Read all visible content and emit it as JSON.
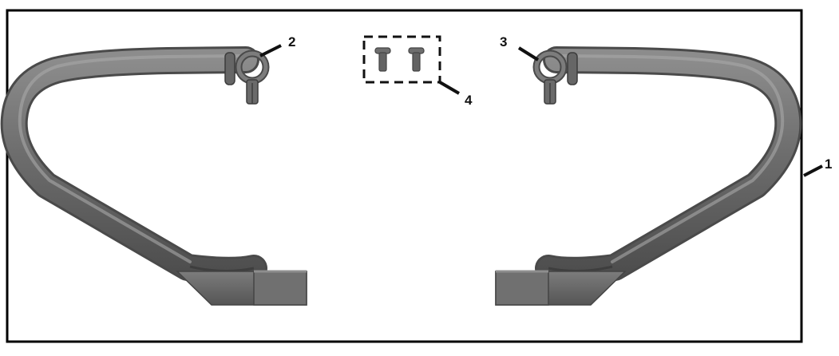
{
  "callouts": {
    "one": "1",
    "two": "2",
    "three": "3",
    "four": "4"
  },
  "colors": {
    "frame": "#000000",
    "tube_dark": "#5b5b5b",
    "tube_mid": "#7a7a7a",
    "tube_light": "#9a9a9a",
    "background": "#ffffff"
  },
  "icons": {
    "left_bar": "crash-bar-left-icon",
    "right_bar": "crash-bar-right-icon",
    "bolts": "bolt-icon"
  }
}
